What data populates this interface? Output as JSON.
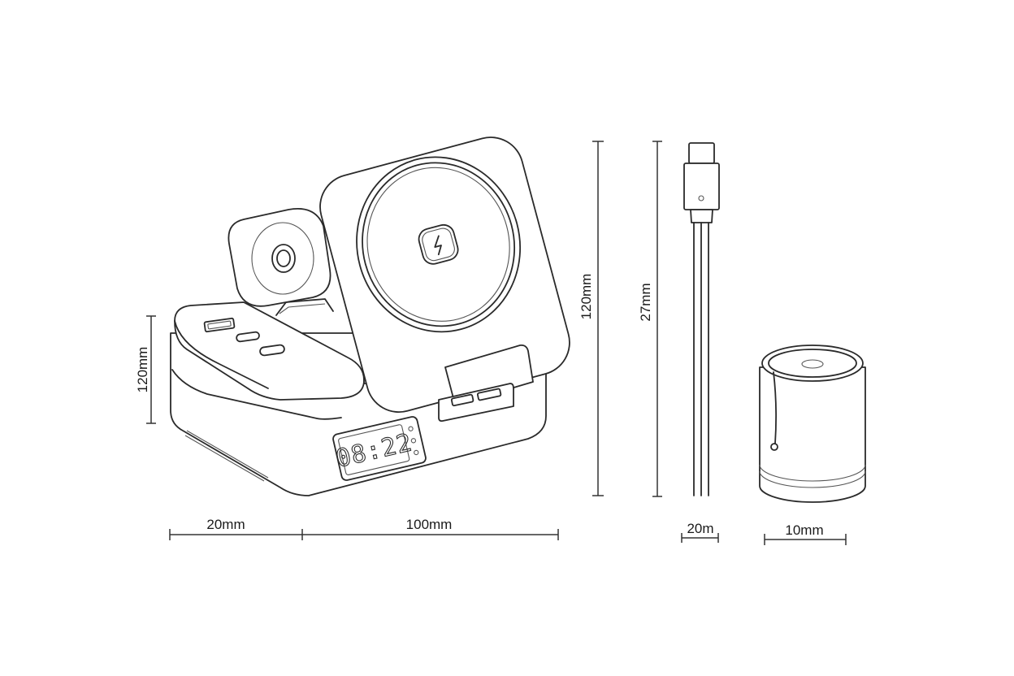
{
  "dimensions": {
    "base_height": "120mm",
    "left_width": "20mm",
    "right_width": "100mm",
    "total_height": "120mm",
    "cable_length": "27mm",
    "cable_width": "20m",
    "cap_width": "10mm"
  },
  "clock_display": "08:22",
  "colors": {
    "line": "#2a2a2a",
    "background": "#ffffff"
  }
}
